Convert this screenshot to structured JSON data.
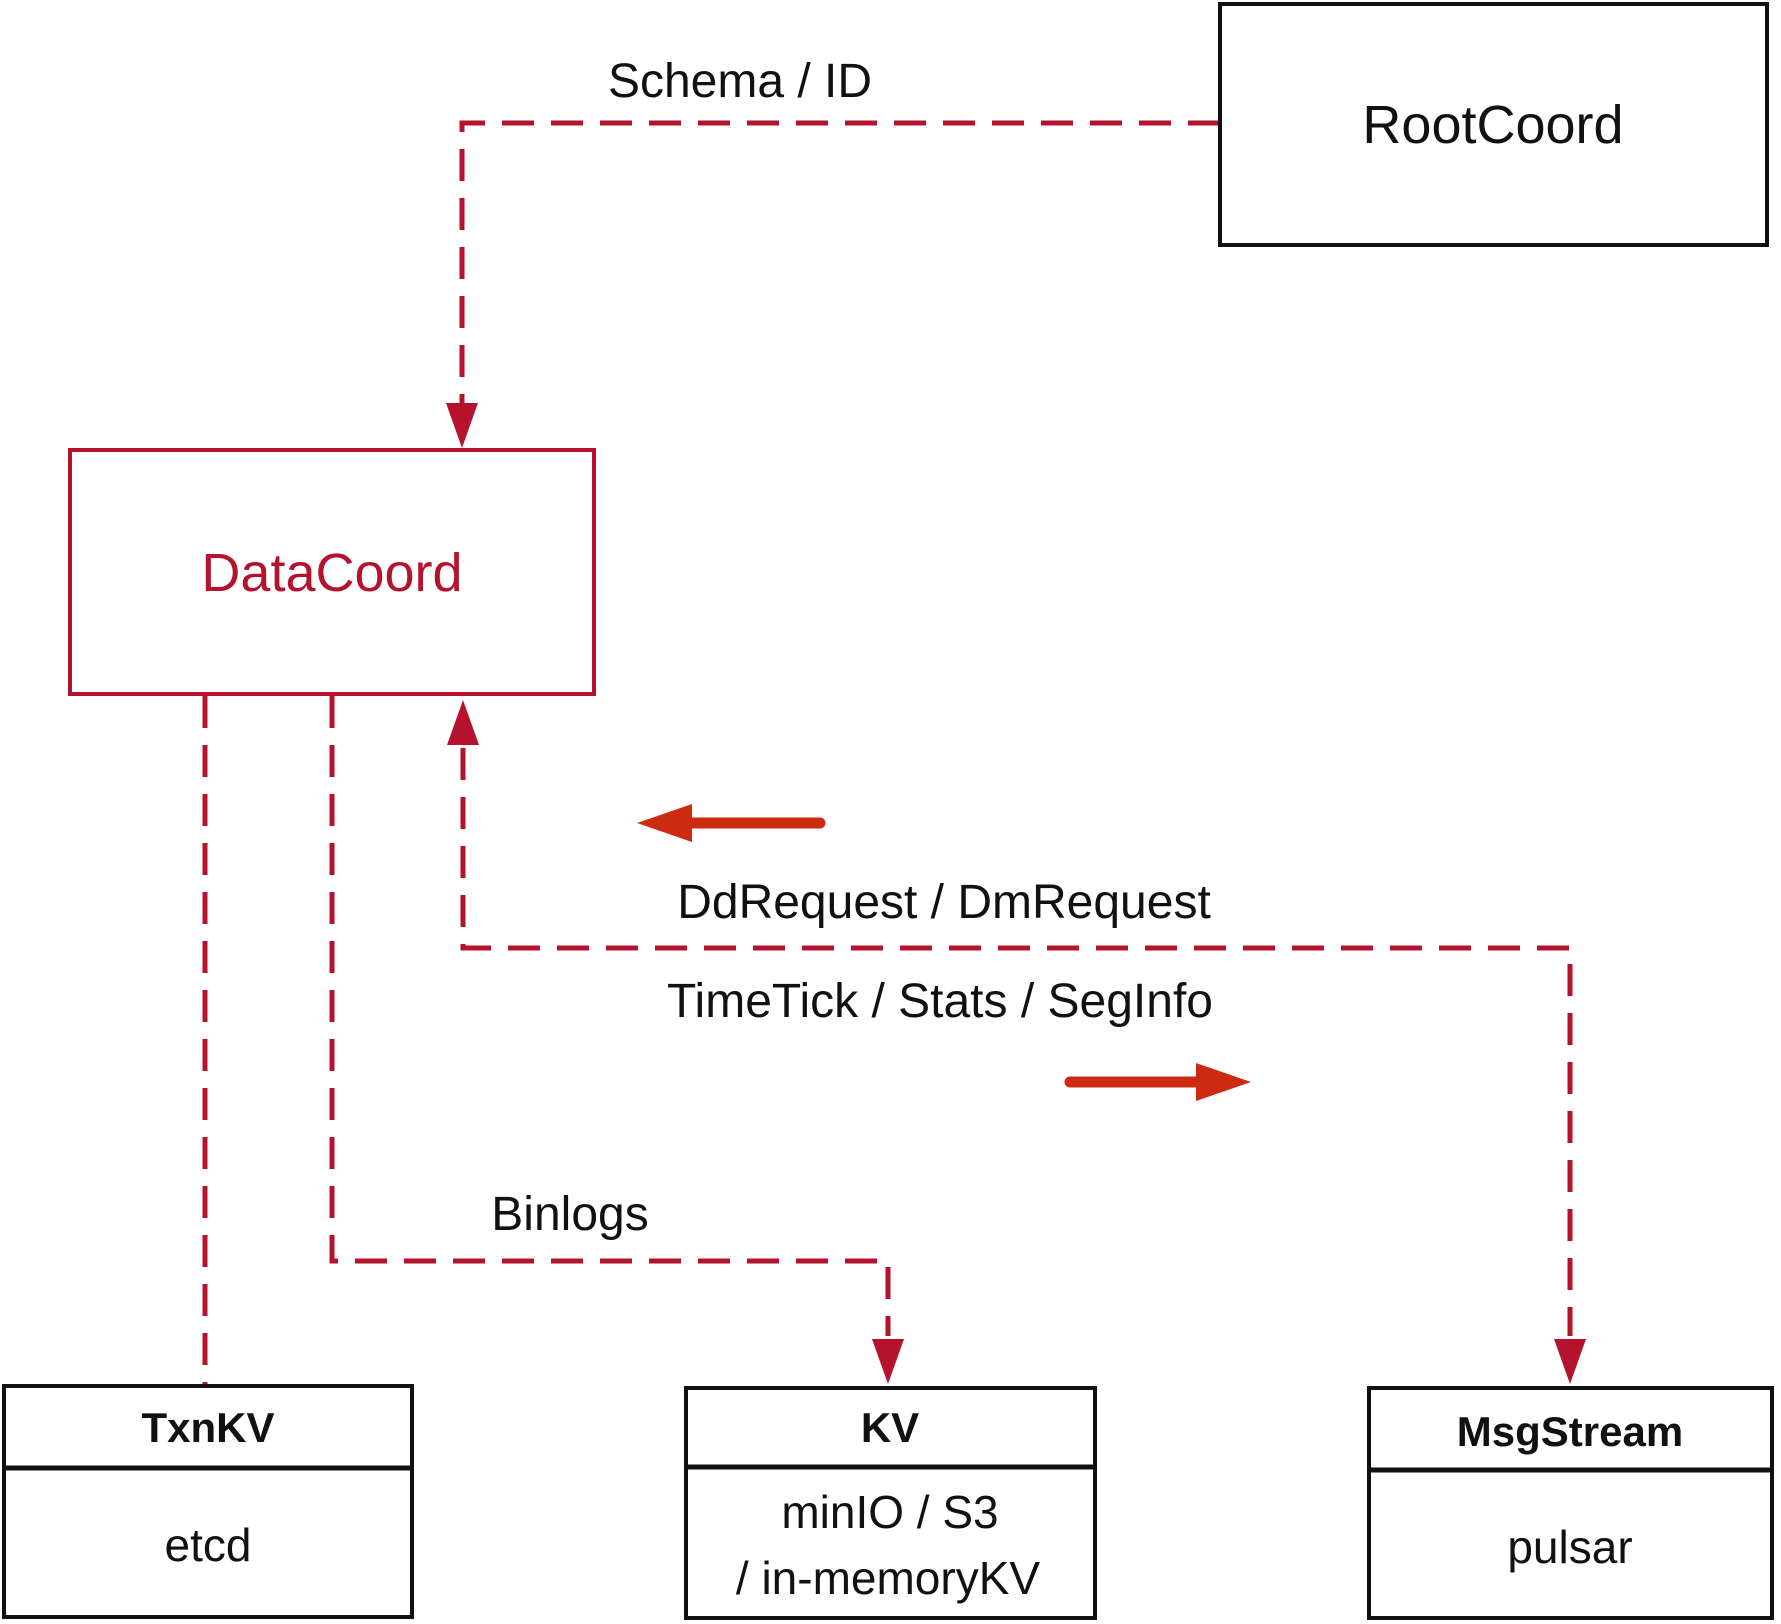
{
  "colors": {
    "crimson": "#b5122d",
    "vermilion": "#cc2b11",
    "ink": "#111111"
  },
  "nodes": {
    "rootcoord": {
      "label": "RootCoord"
    },
    "datacoord": {
      "label": "DataCoord"
    },
    "txnkv": {
      "title": "TxnKV",
      "body": "etcd"
    },
    "kv": {
      "title": "KV",
      "body_line1": "minIO / S3",
      "body_line2": "/ in-memoryKV"
    },
    "msgstream": {
      "title": "MsgStream",
      "body": "pulsar"
    }
  },
  "edges": {
    "schema_id_label": "Schema / ID",
    "dd_dm_label": "DdRequest / DmRequest",
    "timetick_label": "TimeTick / Stats / SegInfo",
    "binlogs_label": "Binlogs"
  }
}
